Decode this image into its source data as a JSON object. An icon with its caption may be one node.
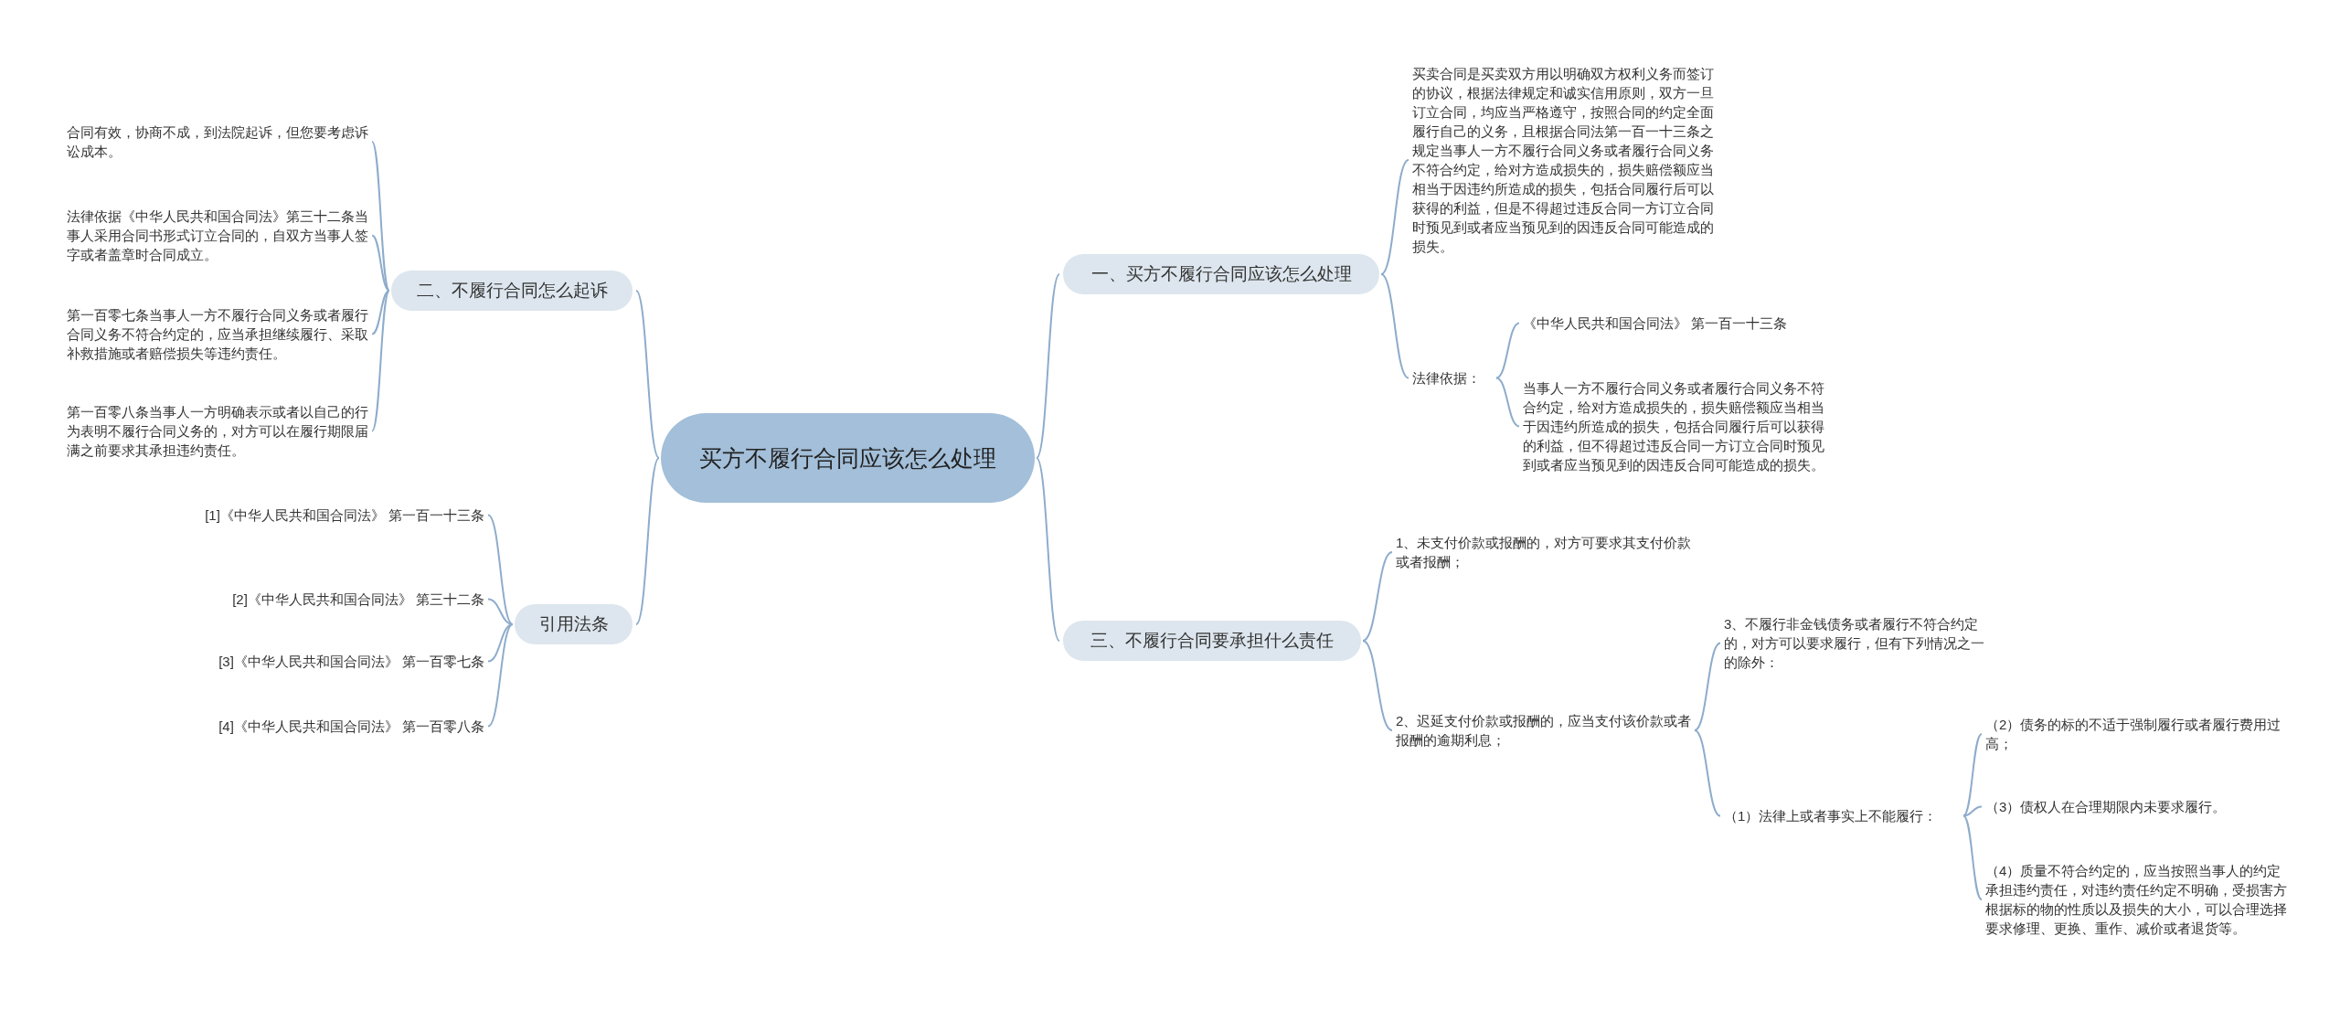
{
  "diagram": {
    "nodes": [
      {
        "text": [
          "买方不履行合同应该怎么处理"
        ]
      },
      {
        "text": [
          "一、买方不履行合同应该怎么处理"
        ]
      },
      {
        "text": [
          "买卖合同是买卖双方用以明确双方权利义务而签订的协议，根据法律规定和诚实信用原则，双方一旦订立合同，均应当严格遵守，按照合同的约定全面履行自己的义务，且根据合同法第一百一十三条之规定当事人一方不履行合同义务或者履行合同义务不符合约定，给对方造成损失的，损失赔偿额应当相当于因违约所造成的损失，包括合同履行后可以获得的利益，但是不得超过违反合同一方订立合同时预见到或者应当预见到的因违反合同可能造成的损失。"
        ]
      },
      {
        "text": [
          "法律依据："
        ]
      },
      {
        "text": [
          "《中华人民共和国合同法》 第一百一十三条"
        ]
      },
      {
        "text": [
          "当事人一方不履行合同义务或者履行合同义务不符合约定，给对方造成损失的，损失赔偿额应当相当于因违约所造成的损失，包括合同履行后可以获得的利益，但不得超过违反合同一方订立合同时预见到或者应当预见到的因违反合同可能造成的损失。"
        ]
      },
      {
        "text": [
          "二、不履行合同怎么起诉"
        ]
      },
      {
        "text": [
          "合同有效，协商不成，到法院起诉，但您要考虑诉讼成本。"
        ]
      },
      {
        "text": [
          "法律依据《中华人民共和国合同法》第三十二条当事人采用合同书形式订立合同的，自双方当事人签字或者盖章时合同成立。"
        ]
      },
      {
        "text": [
          "第一百零七条当事人一方不履行合同义务或者履行合同义务不符合约定的，应当承担继续履行、采取补救措施或者赔偿损失等违约责任。"
        ]
      },
      {
        "text": [
          "第一百零八条当事人一方明确表示或者以自己的行为表明不履行合同义务的，对方可以在履行期限届满之前要求其承担违约责任。"
        ]
      },
      {
        "text": [
          "三、不履行合同要承担什么责任"
        ]
      },
      {
        "text": [
          "1、未支付价款或报酬的，对方可要求其支付价款或者报酬；"
        ]
      },
      {
        "text": [
          "2、迟延支付价款或报酬的，应当支付该价款或者报酬的逾期利息；"
        ]
      },
      {
        "text": [
          "3、不履行非金钱债务或者履行不符合约定的，对方可以要求履行，但有下列情况之一的除外："
        ]
      },
      {
        "text": [
          "（1）法律上或者事实上不能履行："
        ]
      },
      {
        "text": [
          "（2）债务的标的不适于强制履行或者履行费用过高；"
        ]
      },
      {
        "text": [
          "（3）债权人在合理期限内未要求履行。"
        ]
      },
      {
        "text": [
          "（4）质量不符合约定的，应当按照当事人的约定承担违约责任，对违约责任约定不明确，受损害方根据标的物的性质以及损失的大小，可以合理选择要求修理、更换、重作、减价或者退货等。"
        ]
      },
      {
        "text": [
          "引用法条"
        ]
      },
      {
        "text": [
          "[1]《中华人民共和国合同法》 第一百一十三条"
        ]
      },
      {
        "text": [
          "[2]《中华人民共和国合同法》 第三十二条"
        ]
      },
      {
        "text": [
          "[3]《中华人民共和国合同法》 第一百零七条"
        ]
      },
      {
        "text": [
          "[4]《中华人民共和国合同法》 第一百零八条"
        ]
      }
    ],
    "edges": [
      {
        "from": 0,
        "to": 1,
        "arrow": "none"
      },
      {
        "from": 1,
        "to": 2,
        "arrow": "none"
      },
      {
        "from": 1,
        "to": 3,
        "arrow": "none"
      },
      {
        "from": 3,
        "to": 4,
        "arrow": "none"
      },
      {
        "from": 3,
        "to": 5,
        "arrow": "none"
      },
      {
        "from": 0,
        "to": 6,
        "arrow": "none"
      },
      {
        "from": 6,
        "to": 7,
        "arrow": "none"
      },
      {
        "from": 6,
        "to": 8,
        "arrow": "none"
      },
      {
        "from": 6,
        "to": 9,
        "arrow": "none"
      },
      {
        "from": 6,
        "to": 10,
        "arrow": "none"
      },
      {
        "from": 0,
        "to": 11,
        "arrow": "none"
      },
      {
        "from": 11,
        "to": 12,
        "arrow": "none"
      },
      {
        "from": 11,
        "to": 13,
        "arrow": "none"
      },
      {
        "from": 13,
        "to": 14,
        "arrow": "none"
      },
      {
        "from": 13,
        "to": 15,
        "arrow": "none"
      },
      {
        "from": 15,
        "to": 16,
        "arrow": "none"
      },
      {
        "from": 15,
        "to": 17,
        "arrow": "none"
      },
      {
        "from": 15,
        "to": 18,
        "arrow": "none"
      },
      {
        "from": 0,
        "to": 19,
        "arrow": "none"
      },
      {
        "from": 19,
        "to": 20,
        "arrow": "none"
      },
      {
        "from": 19,
        "to": 21,
        "arrow": "none"
      },
      {
        "from": 19,
        "to": 22,
        "arrow": "none"
      },
      {
        "from": 19,
        "to": 23,
        "arrow": "none"
      }
    ]
  }
}
